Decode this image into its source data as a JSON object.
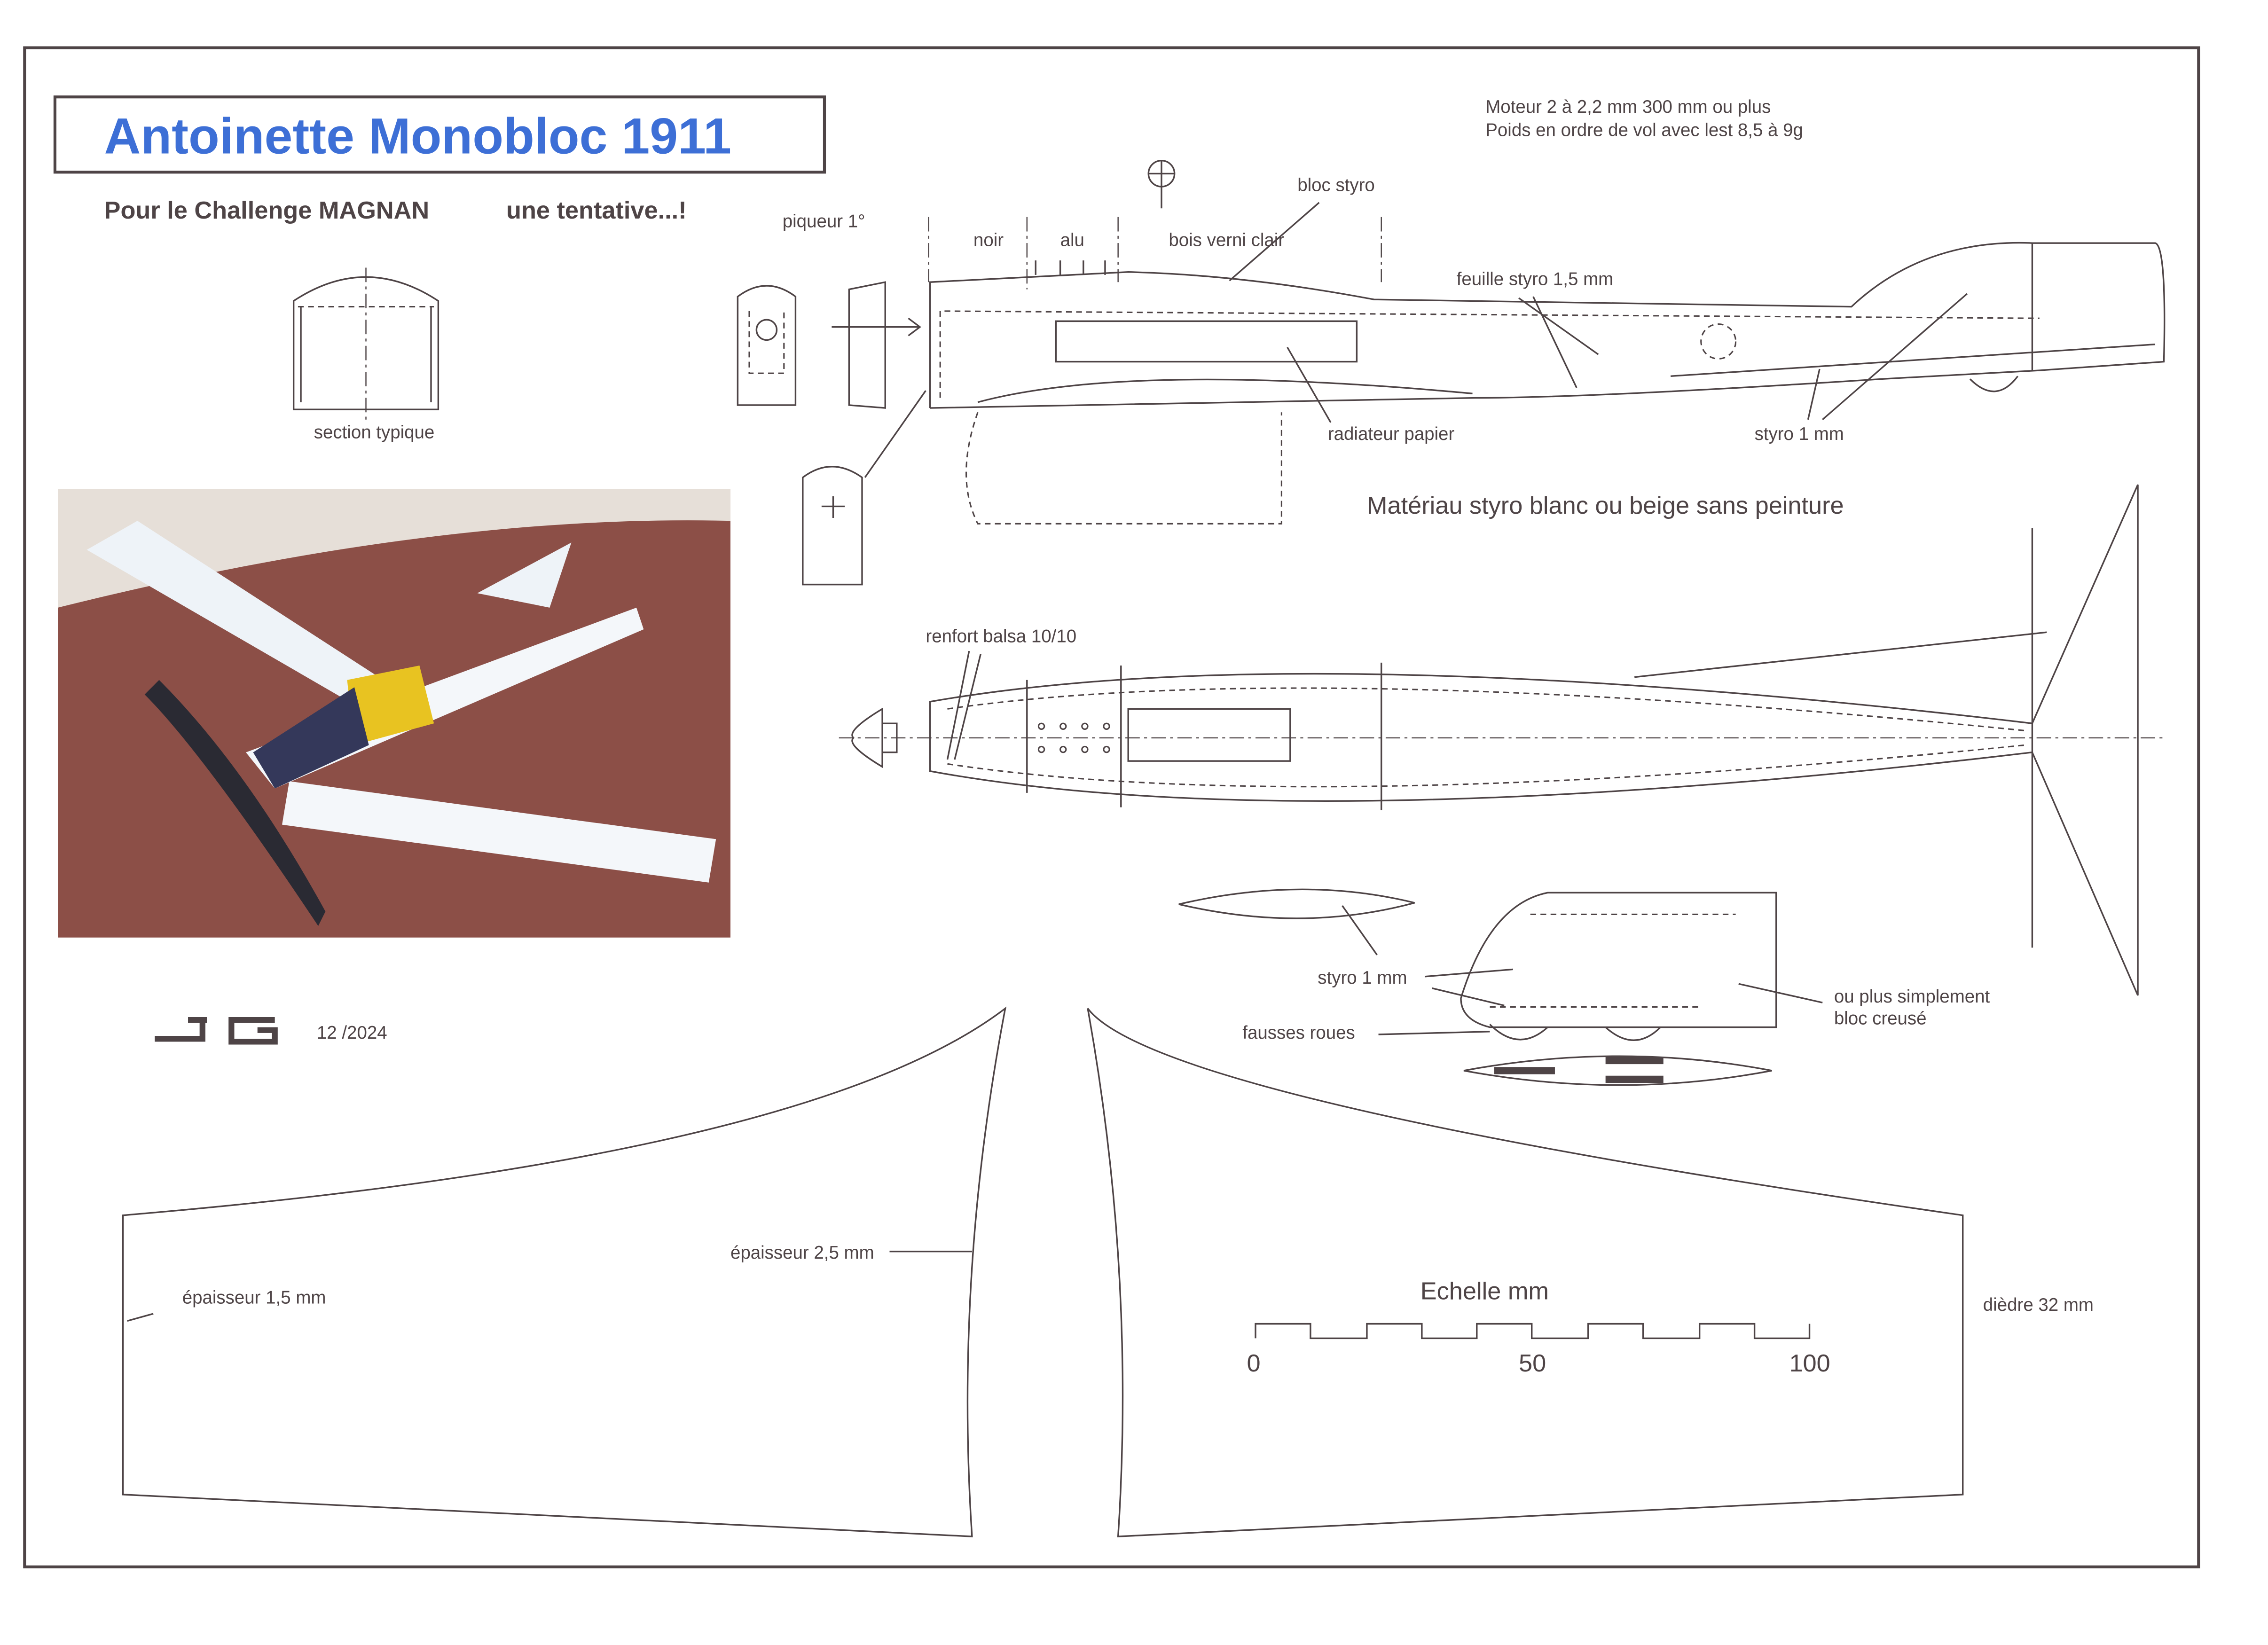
{
  "title": "Antoinette Monobloc 1911",
  "subtitle_left": "Pour le Challenge MAGNAN",
  "subtitle_right": "une tentative...!",
  "specs": [
    "Moteur 2 à 2,2  mm 300 mm ou plus",
    "Poids en ordre de vol avec lest 8,5 à 9g"
  ],
  "labels": {
    "section": "section typique",
    "piqueur": "piqueur 1°",
    "noir": "noir",
    "alu": "alu",
    "bois": "bois verni clair",
    "bloc_styro": "bloc styro",
    "feuille": "feuille styro 1,5 mm",
    "radiateur": "radiateur papier",
    "styro1_side": "styro 1 mm",
    "materiau": "Matériau styro  blanc ou beige sans peinture",
    "renfort": "renfort balsa 10/10",
    "styro1_wheel": "styro 1 mm",
    "fausses_roues": "fausses roues",
    "creuse_1": "ou plus simplement",
    "creuse_2": "bloc creusé",
    "ep25": "épaisseur 2,5 mm",
    "ep15": "épaisseur 1,5 mm",
    "diedre": "dièdre 32 mm"
  },
  "signature": "JG",
  "date": "12 /2024",
  "scale": {
    "title": "Echelle mm",
    "ticks": [
      "0",
      "50",
      "100"
    ]
  }
}
